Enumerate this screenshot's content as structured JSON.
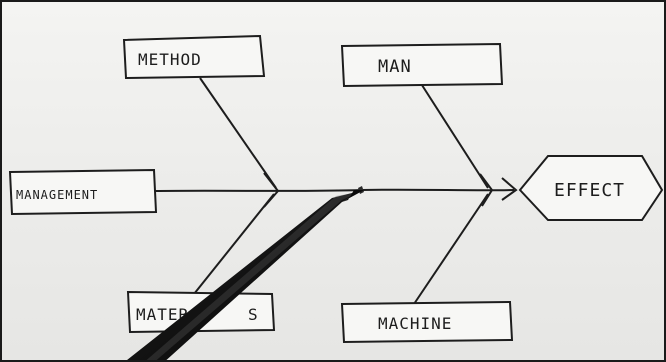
{
  "diagram": {
    "effect": "EFFECT",
    "causes": {
      "method": "METHOD",
      "man": "MAN",
      "management": "MANAGEMENT",
      "materials": "MATER",
      "materials_tail": "S",
      "machine": "MACHINE"
    }
  },
  "icons": {
    "pen": "pen-icon"
  },
  "colors": {
    "paper": "#efefed",
    "ink": "#1d1d1d",
    "pen_body": "#141414"
  }
}
